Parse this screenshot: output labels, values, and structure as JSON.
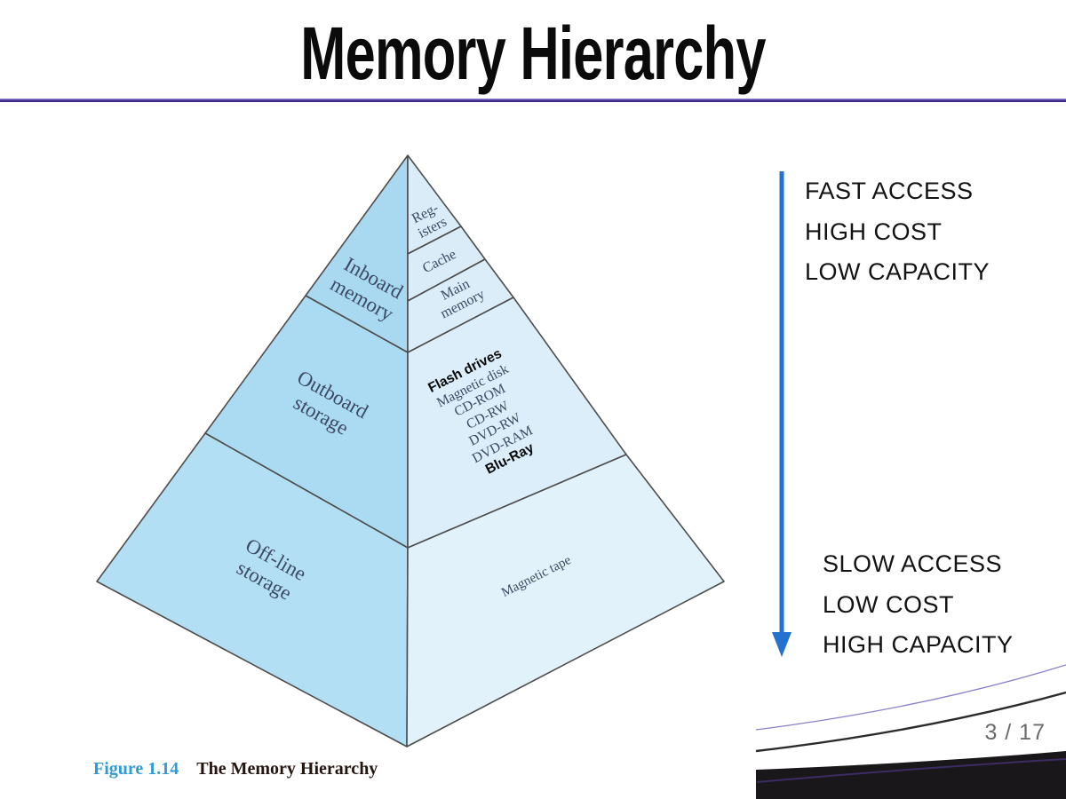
{
  "slide": {
    "title": "Memory Hierarchy",
    "page_indicator": "3 / 17"
  },
  "pyramid": {
    "outline_color": "#4d4d4d",
    "faces": {
      "inboard": {
        "fill": "#a8d9f1",
        "label_lines": [
          "Inboard",
          "memory"
        ]
      },
      "outboard": {
        "fill": "#aadbf2",
        "label_lines": [
          "Outboard",
          "storage"
        ]
      },
      "offline": {
        "fill": "#b2dff4",
        "label_lines": [
          "Off-line",
          "storage"
        ]
      },
      "registers": {
        "fill": "#d9ecf8",
        "label_lines": [
          "Reg-",
          "isters"
        ]
      },
      "cache": {
        "fill": "#d9ecf8",
        "label": "Cache"
      },
      "main_memory": {
        "fill": "#daedf9",
        "label_lines": [
          "Main",
          "memory"
        ]
      },
      "outboard_media": {
        "fill": "#dceefa",
        "items": [
          "Flash drives",
          "Magnetic disk",
          "CD-ROM",
          "CD-RW",
          "DVD-RW",
          "DVD-RAM",
          "Blu-Ray"
        ]
      },
      "magnetic_tape": {
        "fill": "#e2f2fb",
        "label": "Magnetic tape"
      }
    }
  },
  "annotations": {
    "arrow_color": "#2272ce",
    "top": [
      "FAST ACCESS",
      "HIGH COST",
      "LOW CAPACITY"
    ],
    "bottom": [
      "SLOW ACCESS",
      "LOW COST",
      "HIGH CAPACITY"
    ]
  },
  "caption": {
    "figure_label": "Figure 1.14",
    "figure_title": "The Memory Hierarchy",
    "label_color": "#2f9bd7"
  },
  "colors": {
    "title_divider_purple": "#3b2a86",
    "corner_swoosh_purple": "#8d7cc9",
    "corner_black": "#1a171a"
  }
}
